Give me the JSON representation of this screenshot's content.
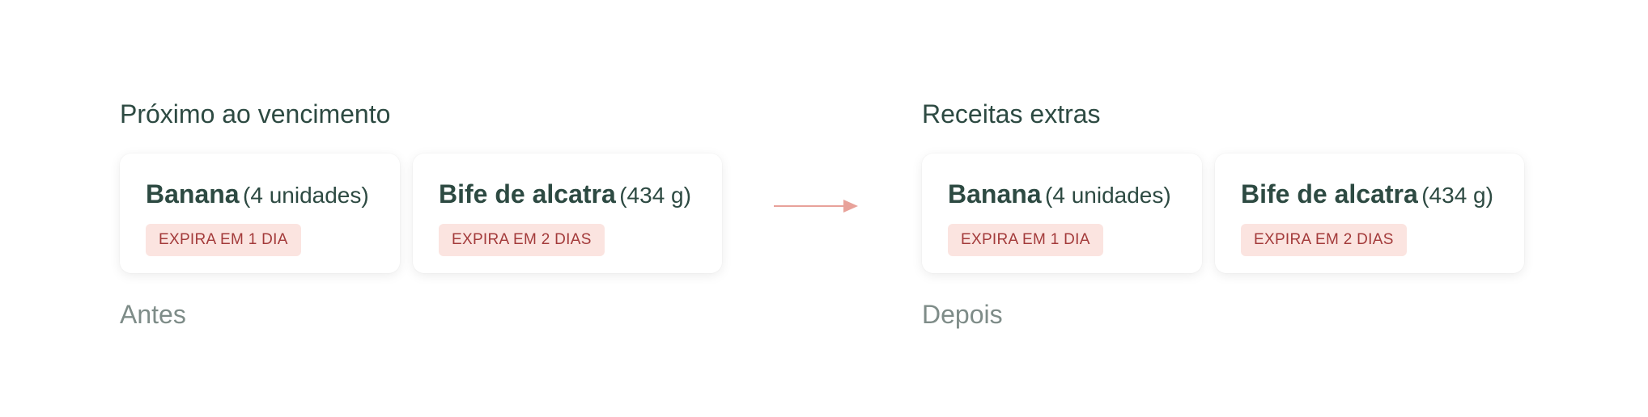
{
  "before": {
    "title": "Próximo ao vencimento",
    "caption": "Antes",
    "items": [
      {
        "name": "Banana",
        "qty": "(4 unidades)",
        "badge": "EXPIRA EM 1 DIA"
      },
      {
        "name": "Bife de alcatra",
        "qty": "(434 g)",
        "badge": "EXPIRA EM 2 DIAS"
      }
    ]
  },
  "after": {
    "title": "Receitas extras",
    "caption": "Depois",
    "items": [
      {
        "name": "Banana",
        "qty": "(4 unidades)",
        "badge": "EXPIRA EM 1 DIA"
      },
      {
        "name": "Bife de alcatra",
        "qty": "(434 g)",
        "badge": "EXPIRA EM 2 DIAS"
      }
    ]
  },
  "arrow": {
    "icon": "arrow-right-icon",
    "color": "#e8a29a"
  },
  "colors": {
    "text": "#2d4a42",
    "badge_bg": "#fbe4e0",
    "badge_text": "#a33a3a",
    "caption": "#7e8c88"
  }
}
